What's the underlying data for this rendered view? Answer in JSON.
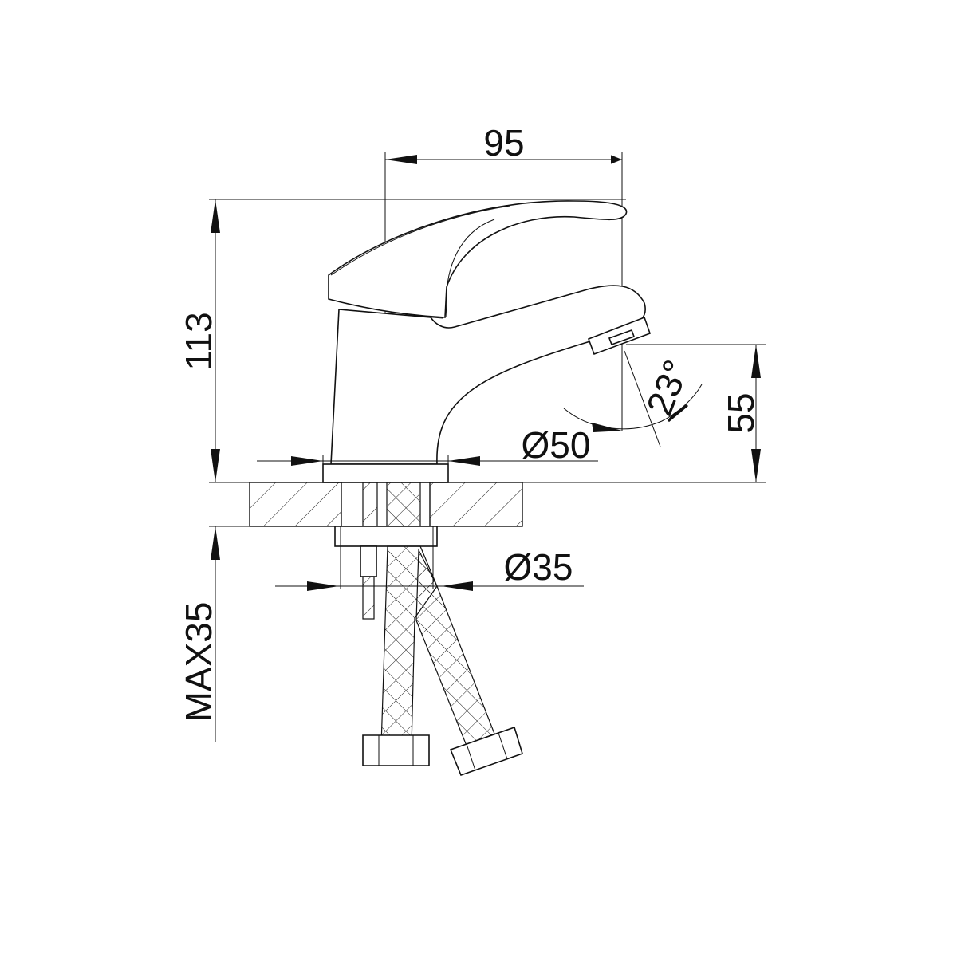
{
  "drawing": {
    "title": "Basin faucet dimension drawing",
    "dimensions": {
      "width": "95",
      "height": "113",
      "spout_height": "55",
      "base_diameter": "Ø50",
      "mount_diameter": "Ø35",
      "max_counter_thickness": "MAX35",
      "spout_angle": "23°"
    },
    "line_color": "#111111",
    "background": "#ffffff"
  }
}
